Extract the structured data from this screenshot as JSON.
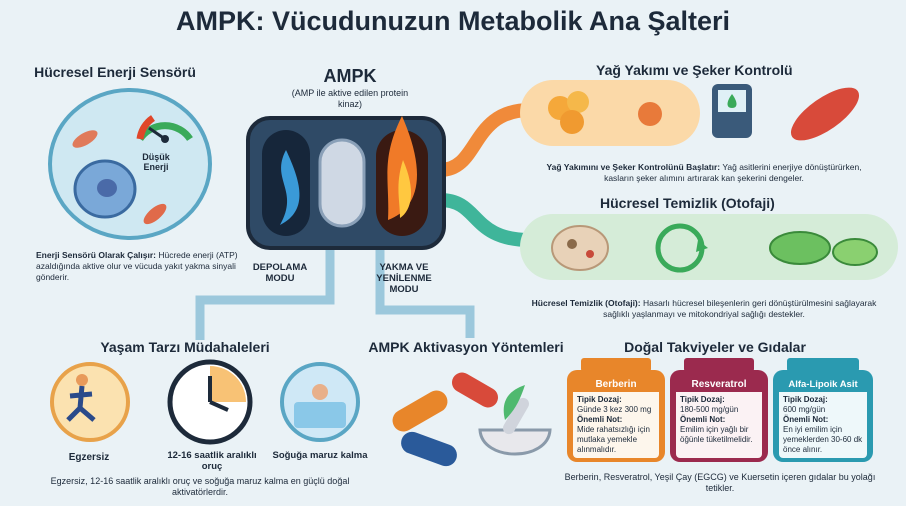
{
  "title": "AMPK: Vücudunuzun Metabolik Ana Şalteri",
  "sensor": {
    "heading": "Hücresel Enerji Sensörü",
    "gauge_label": "Düşük\nEnerji",
    "desc_bold": "Enerji Sensörü Olarak Çalışır:",
    "desc": " Hücrede enerji (ATP) azaldığında aktive olur ve vücuda yakıt yakma sinyali gönderir."
  },
  "ampk": {
    "heading": "AMPK",
    "subtitle": "(AMP ile aktive edilen protein kinaz)",
    "storage_mode": "DEPOLAMA MODU",
    "burn_mode": "YAKMA VE YENİLENME MODU"
  },
  "fat_burn": {
    "heading": "Yağ Yakımı ve Şeker Kontrolü",
    "desc_bold": "Yağ Yakımını ve Şeker Kontrolünü Başlatır:",
    "desc": " Yağ asitlerini enerjiye dönüştürürken, kasların şeker alımını artırarak kan şekerini dengeler."
  },
  "autophagy": {
    "heading": "Hücresel Temizlik (Otofaji)",
    "desc_bold": "Hücresel Temizlik (Otofaji):",
    "desc": " Hasarlı hücresel bileşenlerin geri dönüştürülmesini sağlayarak sağlıklı yaşlanmayı ve mitokondriyal sağlığı destekler."
  },
  "lifestyle": {
    "heading": "Yaşam Tarzı Müdahaleleri",
    "items": [
      "Egzersiz",
      "12-16 saatlik aralıklı oruç",
      "Soğuğa maruz kalma"
    ],
    "desc": "Egzersiz, 12-16 saatlik aralıklı oruç ve soğuğa maruz kalma en güçlü doğal aktivatörlerdir."
  },
  "methods": {
    "heading": "AMPK Aktivasyon Yöntemleri"
  },
  "supplements": {
    "heading": "Doğal Takviyeler ve Gıdalar",
    "bottles": [
      {
        "name": "Berberin",
        "dose_label": "Tipik Dozaj:",
        "dose": "Günde 3 kez 300 mg",
        "note_label": "Önemli Not:",
        "note": "Mide rahatsızlığı için mutlaka yemekle alınmalıdır.",
        "color": "#e8862a"
      },
      {
        "name": "Resveratrol",
        "dose_label": "Tipik Dozaj:",
        "dose": "180-500 mg/gün",
        "note_label": "Önemli Not:",
        "note": "Emilim için yağlı bir öğünle tüketilmelidir.",
        "color": "#9b2a4e"
      },
      {
        "name": "Alfa-Lipoik Asit",
        "dose_label": "Tipik Dozaj:",
        "dose": "600 mg/gün",
        "note_label": "Önemli Not:",
        "note": "En iyi emilim için yemeklerden 30-60 dk önce alınır.",
        "color": "#2a9ab0"
      }
    ],
    "desc": "Berberin, Resveratrol, Yeşil Çay (EGCG) ve Kuersetin içeren gıdalar bu yolağı tetikler."
  },
  "colors": {
    "warm": "#f29a3a",
    "cool": "#3aa8c9",
    "green": "#4fb96f",
    "dark": "#1d2a3a"
  }
}
